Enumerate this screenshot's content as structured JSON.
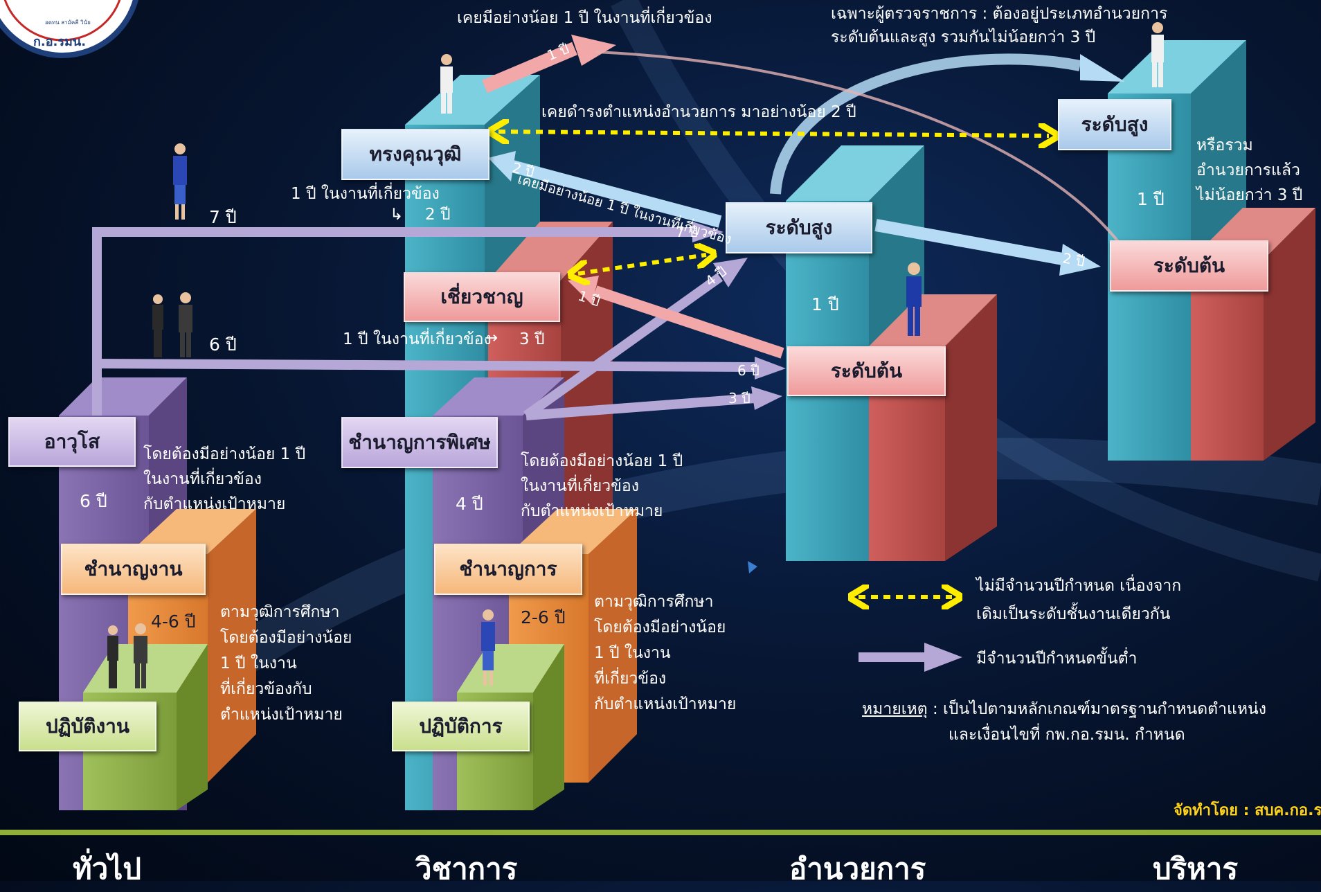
{
  "logo": {
    "text": "ก.อ.รมน.",
    "small_text": "อดทน สามัคคี วินัย"
  },
  "categories": [
    "ทั่วไป",
    "วิชาการ",
    "อำนวยการ",
    "บริหาร"
  ],
  "boxes": {
    "general_practice": "ปฏิบัติงาน",
    "general_skilled": "ชำนาญงาน",
    "general_senior": "อาวุโส",
    "academic_practice": "ปฏิบัติการ",
    "academic_skilled": "ชำนาญการ",
    "academic_special": "ชำนาญการพิเศษ",
    "academic_expert": "เชี่ยวชาญ",
    "academic_qualified": "ทรงคุณวุฒิ",
    "director_low": "ระดับต้น",
    "director_high": "ระดับสูง",
    "exec_low": "ระดับต้น",
    "exec_high": "ระดับสูง"
  },
  "texts": {
    "top_academic": "เคยมีอย่างน้อย 1 ปี ในงานที่เกี่ยวข้อง",
    "top_exec_l1": "เฉพาะผู้ตรวจราชการ : ต้องอยู่ประเภทอำนวยการ",
    "top_exec_l2": "ระดับต้นและสูง รวมกันไม่น้อยกว่า 3 ปี",
    "director_2yrs": "เคยดำรงตำแหน่งอำนวยการ มาอย่างน้อย 2 ปี",
    "diag_text": "เคยมีอย่างน้อย 1 ปี ในงานที่เกี่ยวข้อง",
    "qual_note": "1 ปี ในงานที่เกี่ยวข้อง",
    "qual_note_yrs": "2 ปี",
    "expert_note": "1 ปี ในงานที่เกี่ยวข้อง",
    "expert_note_yrs": "3  ปี",
    "exec_note_l1": "หรือรวม",
    "exec_note_l2": "อำนวยการแล้ว",
    "exec_note_l3": "ไม่น้อยกว่า 3 ปี",
    "gen_note_l1": "โดยต้องมีอย่างน้อย 1 ปี",
    "gen_note_l2": "ในงานที่เกี่ยวข้อง",
    "gen_note_l3": "กับตำแหน่งเป้าหมาย",
    "aca_note_l1": "โดยต้องมีอย่างน้อย 1 ปี",
    "aca_note_l2": "ในงานที่เกี่ยวข้อง",
    "aca_note_l3": "กับตำแหน่งเป้าหมาย",
    "gen_edu_l1": "ตามวุฒิการศึกษา",
    "gen_edu_l2": "โดยต้องมีอย่างน้อย",
    "gen_edu_l3": "1 ปี ในงาน",
    "gen_edu_l4": "ที่เกี่ยวข้องกับ",
    "gen_edu_l5": "ตำแหน่งเป้าหมาย",
    "aca_edu_l1": "ตามวุฒิการศึกษา",
    "aca_edu_l2": "โดยต้องมีอย่างน้อย",
    "aca_edu_l3": "1 ปี ในงาน",
    "aca_edu_l4": "ที่เกี่ยวข้อง",
    "aca_edu_l5": "กับตำแหน่งเป้าหมาย",
    "legend_dashed_l1": "ไม่มีจำนวนปีกำหนด เนื่องจาก",
    "legend_dashed_l2": "เดิมเป็นระดับชั้นงานเดียวกัน",
    "legend_solid": "มีจำนวนปีกำหนดขั้นต่ำ",
    "note_label": "หมายเหตุ",
    "note_l1": " : เป็นไปตามหลักเกณฑ์มาตรฐานกำหนดตำแหน่ง",
    "note_l2": "และเงื่อนไขที่ กพ.กอ.รมน. กำหนด",
    "credit": "จัดทำโดย : สบค.กอ.รมน."
  },
  "years": {
    "y7_left": "7 ปี",
    "y6_left": "6 ปี",
    "y6_bar": "6 ปี",
    "y46": "4-6 ปี",
    "y4_bar": "4 ปี",
    "y26": "2-6 ปี",
    "y1_dir": "1 ปี",
    "y1_exec": "1 ปี",
    "arr_1top": "1 ปี",
    "arr_2a": "2 ปี",
    "arr_7": "7 ปี",
    "arr_2b": "2 ปี",
    "arr_4": "4 ปี",
    "arr_1exp": "1 ปี",
    "arr_6": "6 ปี",
    "arr_3": "3 ปี"
  },
  "colors": {
    "purple": "#7b63a6",
    "teal": "#3fa3b8",
    "red": "#c0504d",
    "orange": "#e8893a",
    "green": "#8fb04a",
    "yellow": "#ffee00",
    "lavender": "#b6a8d6",
    "lightblue": "#b5dcf4",
    "pink": "#f2a8a8"
  }
}
